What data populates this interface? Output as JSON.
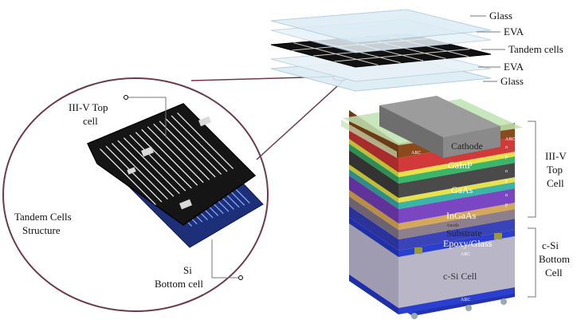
{
  "module_labels": {
    "glass_top": "Glass",
    "eva_top": "EVA",
    "tandem_cells": "Tandem cells",
    "eva_bottom": "EVA",
    "glass_bottom": "Glass"
  },
  "inset_labels": {
    "top_cell": [
      "III-V Top",
      "cell"
    ],
    "structure": [
      "Tandem Cells",
      "Structure"
    ],
    "bottom_cell": [
      "Si",
      "Bottom cell"
    ]
  },
  "stack_layers": {
    "cathode": "Cathode",
    "arc_left": "ARC",
    "arc_right": "ARC",
    "gainp": "GaInP",
    "gaas": "GaAs",
    "ingaas": "InGaAs",
    "anode": "Anode",
    "substrate": "Substrate",
    "epoxy": "Epoxy/Glass",
    "arc_mid": "ARC",
    "csi": "c-Si Cell",
    "arc_bottom": "ARC",
    "dopant_labels": [
      "n",
      "p",
      "n",
      "p",
      "n",
      "p"
    ]
  },
  "bracket_labels": {
    "top": [
      "III-V",
      "Top",
      "Cell"
    ],
    "bottom": [
      "c-Si",
      "Bottom",
      "Cell"
    ]
  },
  "colors": {
    "glass": "#cfe6f2",
    "cells": "#111111",
    "ellipse": "#6b3a50",
    "cathode": "#8a8a8a",
    "arc_green": "#bfe3b0",
    "gainp": "#d23a3a",
    "gaas": "#4a4a4a",
    "ingaas": "#7b46c2",
    "substrate": "#8d7f8c",
    "epoxy": "#3a44b8",
    "csi": "#b7b4c4",
    "blue_base": "#2a3fd0"
  }
}
